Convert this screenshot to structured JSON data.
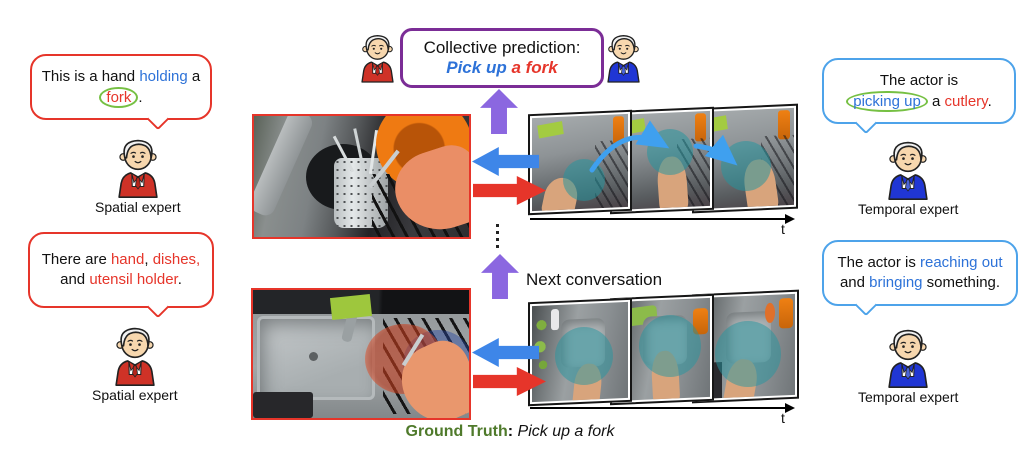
{
  "experts": {
    "spatial": "Spatial expert",
    "temporal": "Temporal expert"
  },
  "prediction_box": {
    "title": "Collective prediction:",
    "answer": [
      {
        "text": "Pick up",
        "color": "blue"
      },
      {
        "text": " a fork",
        "color": "red"
      }
    ]
  },
  "bubbles": {
    "spatial_top": {
      "line1": [
        {
          "text": "This is a hand ",
          "color": "black"
        },
        {
          "text": "holding",
          "color": "blue"
        },
        {
          "text": " a",
          "color": "black"
        }
      ],
      "line2": [
        {
          "text": "fork",
          "color": "red",
          "circled": true
        },
        {
          "text": ".",
          "color": "black"
        }
      ]
    },
    "spatial_bottom": {
      "line1": [
        {
          "text": "There are ",
          "color": "black"
        },
        {
          "text": "hand",
          "color": "red"
        },
        {
          "text": ", ",
          "color": "black"
        },
        {
          "text": "dishes,",
          "color": "red"
        }
      ],
      "line2": [
        {
          "text": "and ",
          "color": "black"
        },
        {
          "text": "utensil holder",
          "color": "red"
        },
        {
          "text": ".",
          "color": "black"
        }
      ]
    },
    "temporal_top": {
      "line1": [
        {
          "text": "The actor is",
          "color": "black"
        }
      ],
      "line2": [
        {
          "text": "picking up",
          "color": "blue",
          "circled": true
        },
        {
          "text": " a ",
          "color": "black"
        },
        {
          "text": "cutlery",
          "color": "red"
        },
        {
          "text": ".",
          "color": "black"
        }
      ]
    },
    "temporal_bottom": {
      "line1": [
        {
          "text": "The actor is ",
          "color": "black"
        },
        {
          "text": "reaching out",
          "color": "blue"
        }
      ],
      "line2": [
        {
          "text": "and ",
          "color": "black"
        },
        {
          "text": "bringing",
          "color": "blue"
        },
        {
          "text": " something.",
          "color": "black"
        }
      ]
    }
  },
  "center": {
    "next_conversation": "Next conversation"
  },
  "timeline": {
    "axis_label": "t"
  },
  "ground_truth": {
    "label": "Ground Truth",
    "separator": ": ",
    "value": "Pick up a fork"
  },
  "icons": {
    "spatial_expert_avatar": "man-in-red-suit",
    "temporal_expert_avatar": "man-in-blue-suit",
    "up_arrow": "purple-block-arrow-up",
    "to_spatial_arrow": "blue-block-arrow-left",
    "to_temporal_arrow": "red-block-arrow-right",
    "continuation_dots": "vertical-ellipsis",
    "motion_track": "blue-curved-arrow",
    "frame_highlight": "teal-circle-highlight",
    "time_axis": "black-arrow-right"
  },
  "colors": {
    "spatial_red": "#e6352a",
    "temporal_blue": "#4da3ea",
    "text_blue": "#2d72d8",
    "text_red": "#e6352a",
    "circle_green": "#76c043",
    "purple_border": "#7b2d96",
    "purple_arrow": "#8b67e0",
    "arrow_blue": "#3e86e8",
    "ground_truth_green": "#4f7a2b",
    "highlight_teal": "rgba(35,150,160,0.55)"
  }
}
